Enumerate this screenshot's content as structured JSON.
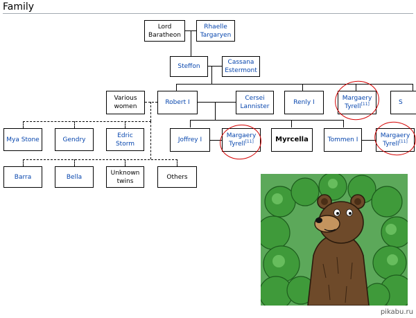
{
  "section": {
    "title": "Family"
  },
  "nodes": {
    "lord_baratheon": "Lord Baratheon",
    "rhaelle": "Rhaelle Targaryen",
    "steffon": "Steffon",
    "cassana": "Cassana Estermont",
    "various_women": "Various women",
    "robert": "Robert I",
    "cersei": "Cersei Lannister",
    "renly": "Renly I",
    "margaery_1": "Margaery Tyrell",
    "partial_right": "S",
    "mya": "Mya Stone",
    "gendry": "Gendry",
    "edric": "Edric Storm",
    "joffrey": "Joffrey I",
    "margaery_2": "Margaery Tyrell",
    "myrcella": "Myrcella",
    "tommen": "Tommen I",
    "margaery_3": "Margaery Tyrell",
    "barra": "Barra",
    "bella": "Bella",
    "unknown_twins": "Unknown twins",
    "others": "Others"
  },
  "citation": "[11]",
  "annotation_color": "#d40000",
  "watermark": "pikabu.ru"
}
